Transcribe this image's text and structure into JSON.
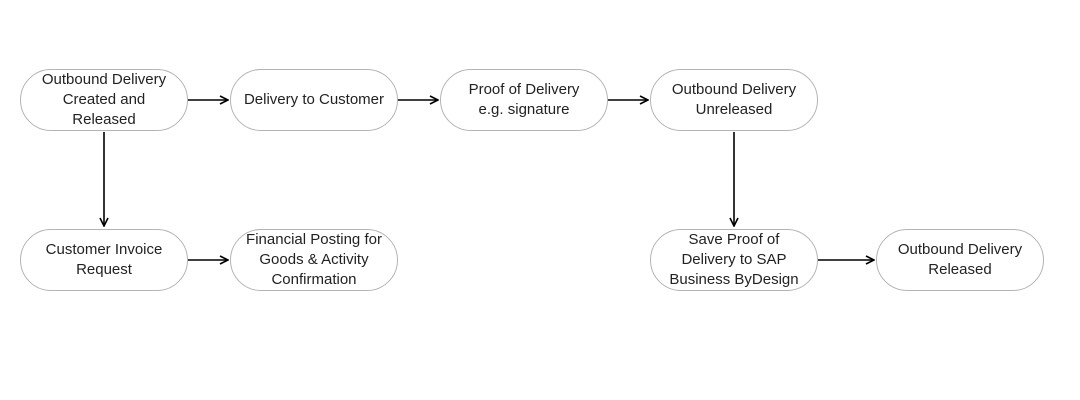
{
  "nodes": {
    "outbound_created": {
      "label": "Outbound Delivery\nCreated and\nReleased"
    },
    "delivery_customer": {
      "label": "Delivery to Customer"
    },
    "proof_delivery": {
      "label": "Proof of Delivery\ne.g. signature"
    },
    "outbound_unreleased": {
      "label": "Outbound Delivery\nUnreleased"
    },
    "customer_invoice": {
      "label": "Customer Invoice\nRequest"
    },
    "financial_posting": {
      "label": "Financial Posting for\nGoods & Activity\nConfirmation"
    },
    "save_proof": {
      "label": "Save Proof of\nDelivery to SAP\nBusiness ByDesign"
    },
    "outbound_released": {
      "label": "Outbound Delivery\nReleased"
    }
  },
  "colors": {
    "node_border": "#b4b4b4",
    "arrow": "#000000",
    "text": "#222222"
  }
}
